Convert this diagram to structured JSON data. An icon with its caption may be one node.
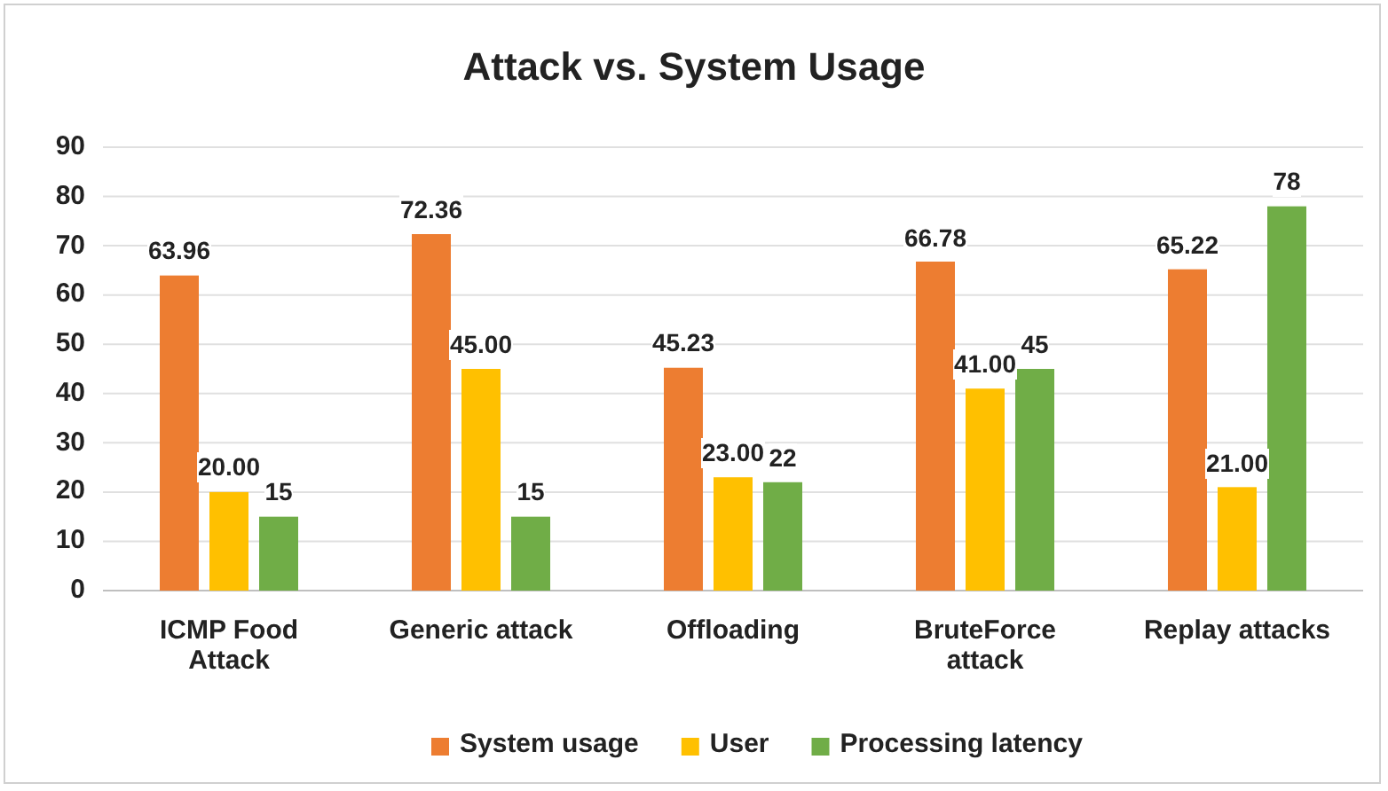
{
  "diagram": {
    "chart_data": {
      "type": "bar",
      "title": "Attack vs. System Usage",
      "categories": [
        "ICMP Food Attack",
        "Generic attack",
        "Offloading",
        "BruteForce attack",
        "Replay attacks"
      ],
      "series": [
        {
          "name": "System usage",
          "color": "#ed7d31",
          "values": [
            63.96,
            72.36,
            45.23,
            66.78,
            65.22
          ],
          "value_labels": [
            "63.96",
            "72.36",
            "45.23",
            "66.78",
            "65.22"
          ]
        },
        {
          "name": "User",
          "color": "#ffc000",
          "values": [
            20,
            45,
            23,
            41,
            21
          ],
          "value_labels": [
            "20.00",
            "45.00",
            "23.00",
            "41.00",
            "21.00"
          ]
        },
        {
          "name": "Processing latency",
          "color": "#70ad47",
          "values": [
            15,
            15,
            22,
            45,
            78
          ],
          "value_labels": [
            "15",
            "15",
            "22",
            "45",
            "78"
          ]
        }
      ],
      "grid": true,
      "legend": true,
      "ylim": [
        0,
        90
      ],
      "yticks": [
        0,
        10,
        20,
        30,
        40,
        50,
        60,
        70,
        80,
        90
      ],
      "data_labels": true
    }
  }
}
